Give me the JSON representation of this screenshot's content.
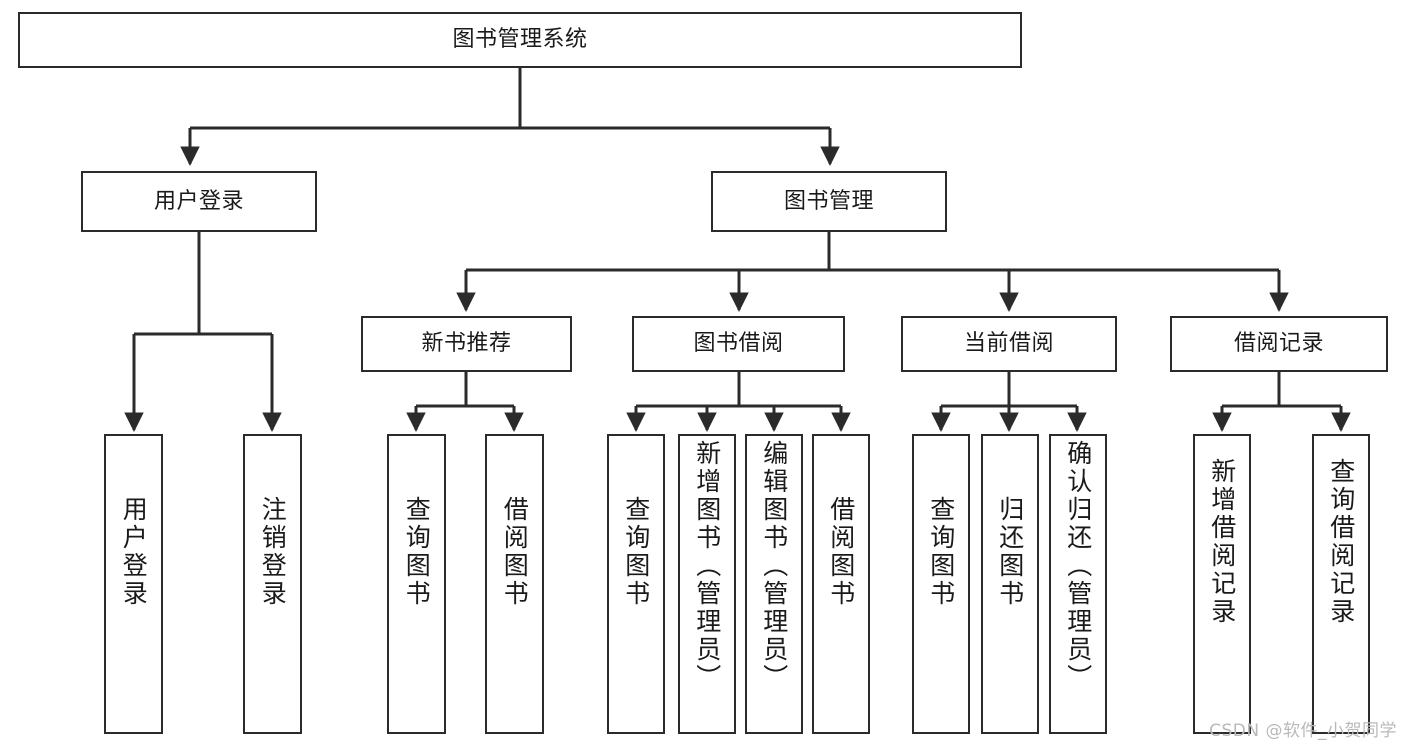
{
  "diagram": {
    "type": "tree",
    "title": "图书管理系统",
    "colors": {
      "stroke": "#2b2b2b",
      "fill": "#ffffff",
      "text": "#1a1a1a",
      "watermark": "#b9b9b9"
    },
    "levels": {
      "root": {
        "label": "图书管理系统"
      },
      "level2": [
        {
          "label": "用户登录"
        },
        {
          "label": "图书管理"
        }
      ],
      "level3": [
        {
          "label": "新书推荐"
        },
        {
          "label": "图书借阅"
        },
        {
          "label": "当前借阅"
        },
        {
          "label": "借阅记录"
        }
      ],
      "leaves": {
        "user_login": [
          {
            "label": "用户登录"
          },
          {
            "label": "注销登录"
          }
        ],
        "new_book": [
          {
            "label": "查询图书"
          },
          {
            "label": "借阅图书"
          }
        ],
        "borrow": [
          {
            "label": "查询图书"
          },
          {
            "label": "新增图书（管理员）"
          },
          {
            "label": "编辑图书（管理员）"
          },
          {
            "label": "借阅图书"
          }
        ],
        "current": [
          {
            "label": "查询图书"
          },
          {
            "label": "归还图书"
          },
          {
            "label": "确认归还（管理员）"
          }
        ],
        "records": [
          {
            "label": "新增借阅记录"
          },
          {
            "label": "查询借阅记录"
          }
        ]
      }
    }
  },
  "watermark": {
    "text": "CSDN @软件_小贺同学"
  }
}
